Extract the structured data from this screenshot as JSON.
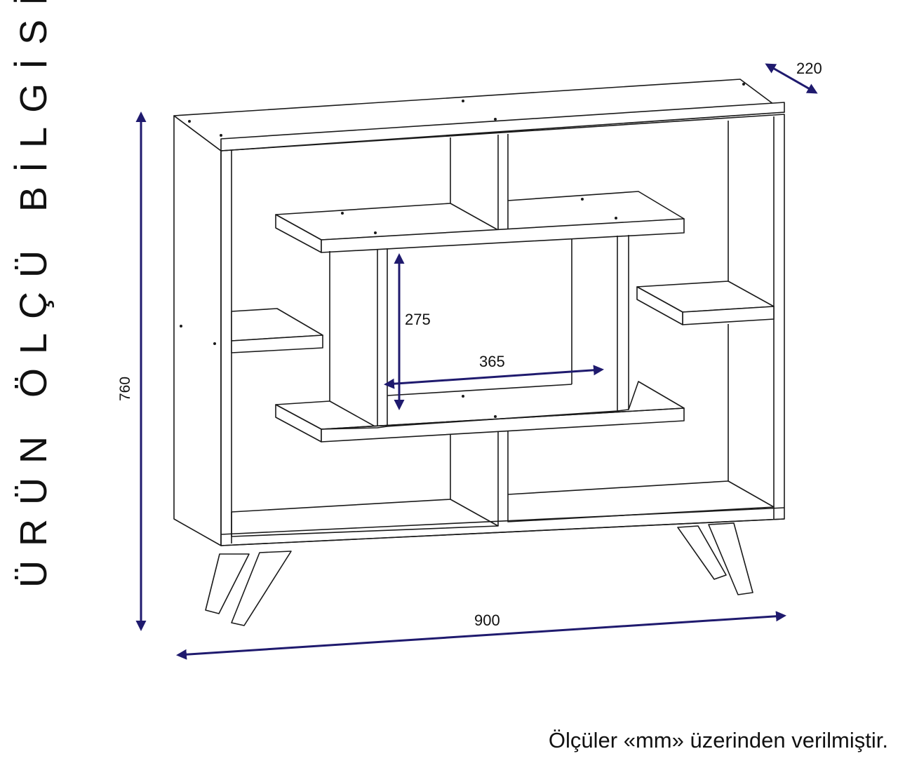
{
  "title": "ÜRÜN ÖLÇÜ BİLGİSİ",
  "note": "Ölçüler «mm» üzerinden verilmiştir.",
  "dimensions": {
    "depth": "220",
    "height": "760",
    "width": "900",
    "inner_height": "275",
    "inner_width": "365"
  },
  "colors": {
    "dimension_line": "#1f1a6e",
    "outline": "#1a1a1a"
  }
}
